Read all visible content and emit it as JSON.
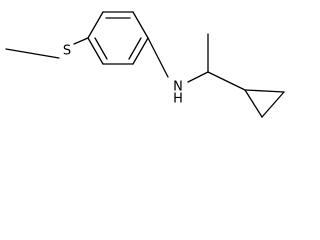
{
  "molecule": {
    "atoms": {
      "sulfur": "S",
      "amine_nitrogen": "N",
      "amine_hydrogen": "H"
    },
    "colors": {
      "bond": "#000000",
      "label": "#000000",
      "background": "#ffffff"
    }
  }
}
